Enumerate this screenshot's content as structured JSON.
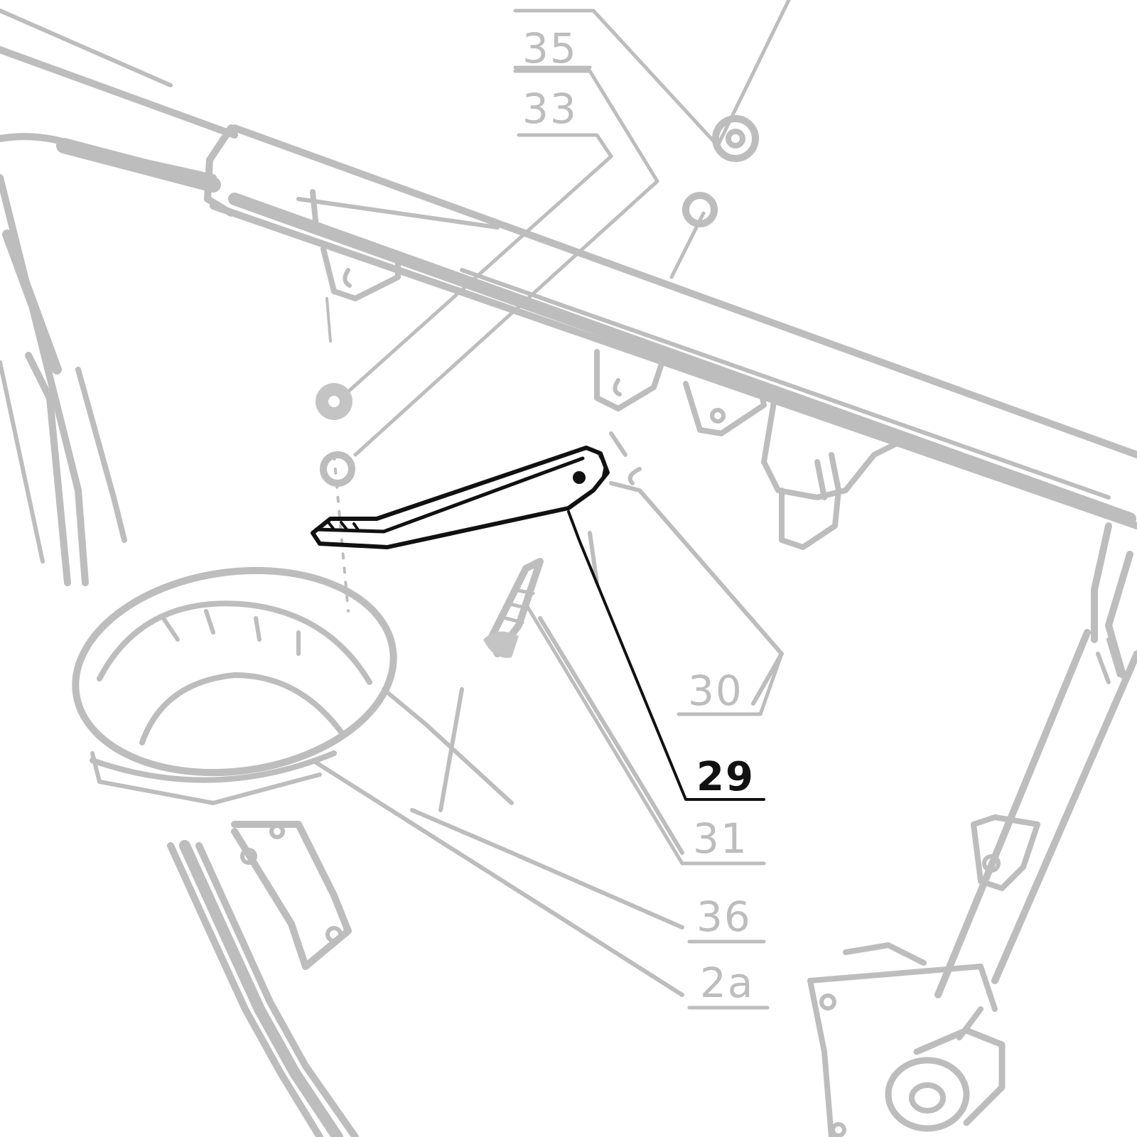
{
  "colors": {
    "ghost": "#bdbdbd",
    "highlight": "#111111",
    "background": "#ffffff"
  },
  "highlighted_part": "29",
  "labels": [
    {
      "id": "35",
      "text": "35"
    },
    {
      "id": "33",
      "text": "33"
    },
    {
      "id": "30",
      "text": "30"
    },
    {
      "id": "29",
      "text": "29"
    },
    {
      "id": "31",
      "text": "31"
    },
    {
      "id": "36",
      "text": "36"
    },
    {
      "id": "2a",
      "text": "2a"
    }
  ]
}
